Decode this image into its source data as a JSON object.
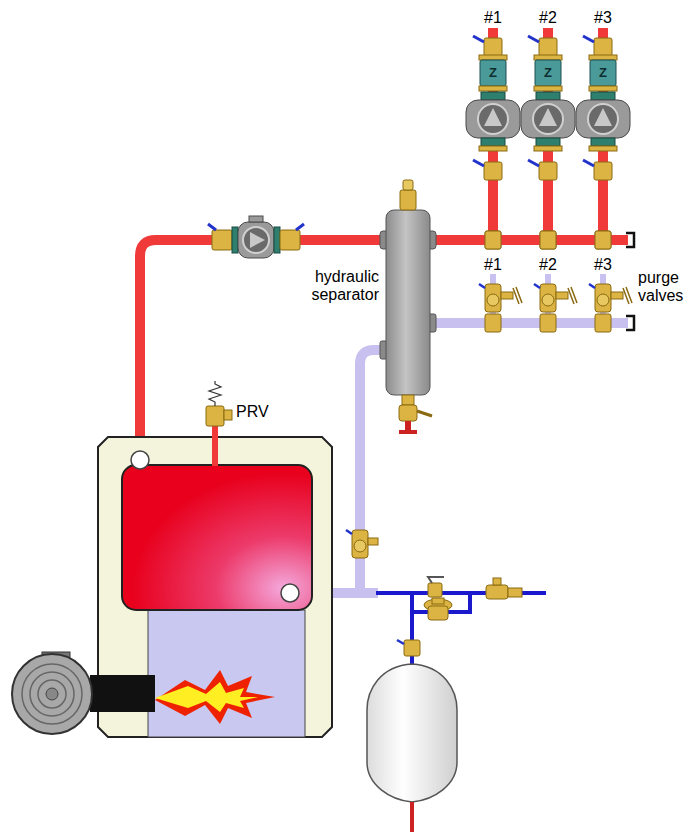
{
  "diagram": {
    "labels": [
      "#1",
      "#2",
      "#3",
      "Z",
      "Z",
      "Z",
      "hydraulic separator",
      "#1",
      "#2",
      "#3",
      "purge valves",
      "PRV"
    ]
  }
}
